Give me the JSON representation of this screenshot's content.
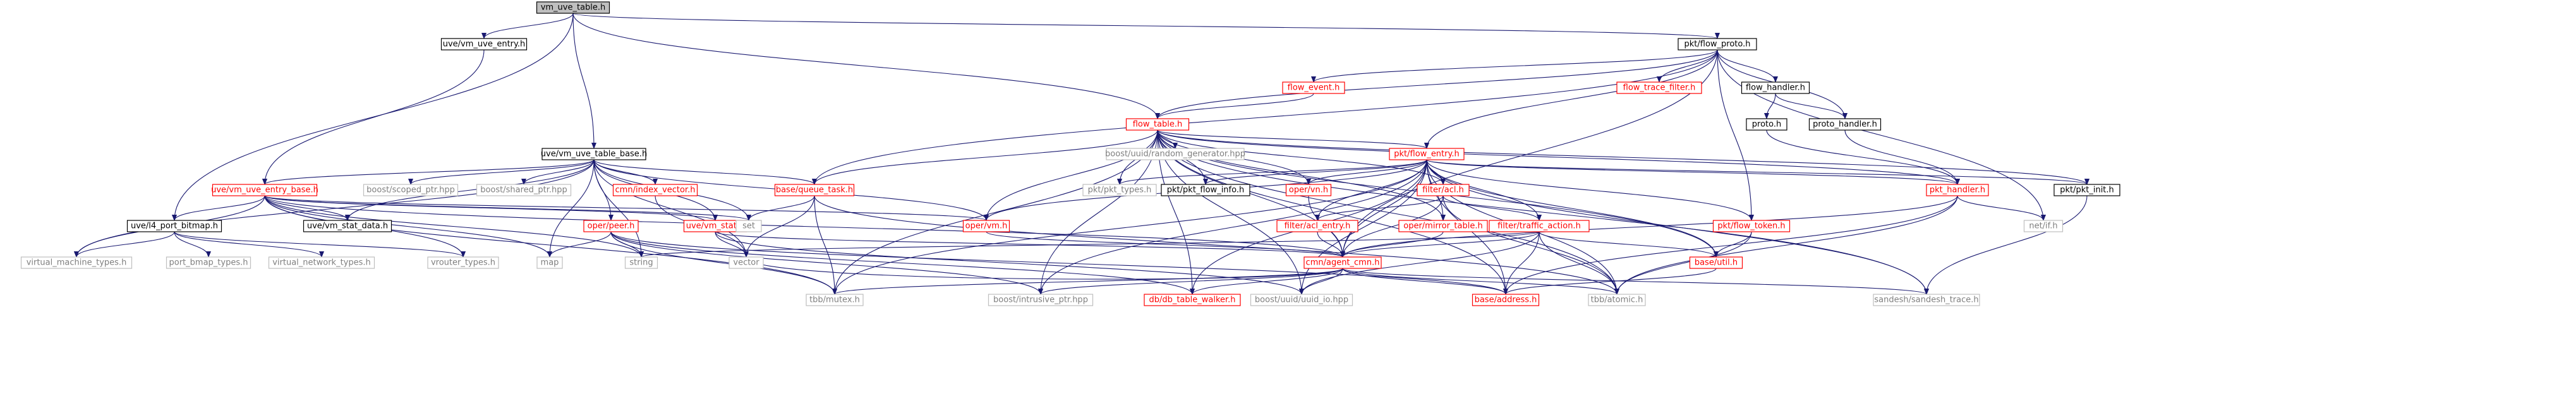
{
  "colors": {
    "root_fill": "#bfbfbf",
    "node_fill": "#ffffff",
    "border_black": "#000000",
    "border_red": "#ff0000",
    "border_gray": "#bfbfbf",
    "label_red": "#ff0000",
    "label_black": "#000000",
    "label_gray": "#7f7f7f",
    "edge": "#191970"
  },
  "nodes": [
    {
      "id": "vm_uve_table_h",
      "label": "vm_uve_table.h",
      "style": "root"
    },
    {
      "id": "uve_vm_uve_entry_h",
      "label": "uve/vm_uve_entry.h",
      "style": "black"
    },
    {
      "id": "pkt_flow_proto_h",
      "label": "pkt/flow_proto.h",
      "style": "black"
    },
    {
      "id": "flow_event_h",
      "label": "flow_event.h",
      "style": "red"
    },
    {
      "id": "flow_trace_filter_h",
      "label": "flow_trace_filter.h",
      "style": "red"
    },
    {
      "id": "flow_handler_h",
      "label": "flow_handler.h",
      "style": "black"
    },
    {
      "id": "proto_h",
      "label": "proto.h",
      "style": "black"
    },
    {
      "id": "proto_handler_h",
      "label": "proto_handler.h",
      "style": "black"
    },
    {
      "id": "flow_table_h",
      "label": "flow_table.h",
      "style": "red"
    },
    {
      "id": "uve_vm_uve_table_base_h",
      "label": "uve/vm_uve_table_base.h",
      "style": "black"
    },
    {
      "id": "boost_uuid_random_generator_hpp",
      "label": "boost/uuid/random_generator.hpp",
      "style": "gray"
    },
    {
      "id": "pkt_flow_entry_h",
      "label": "pkt/flow_entry.h",
      "style": "red"
    },
    {
      "id": "uve_vm_uve_entry_base_h",
      "label": "uve/vm_uve_entry_base.h",
      "style": "red"
    },
    {
      "id": "boost_scoped_ptr_hpp",
      "label": "boost/scoped_ptr.hpp",
      "style": "gray"
    },
    {
      "id": "boost_shared_ptr_hpp",
      "label": "boost/shared_ptr.hpp",
      "style": "gray"
    },
    {
      "id": "cmn_index_vector_h",
      "label": "cmn/index_vector.h",
      "style": "red"
    },
    {
      "id": "base_queue_task_h",
      "label": "base/queue_task.h",
      "style": "red"
    },
    {
      "id": "pkt_pkt_types_h",
      "label": "pkt/pkt_types.h",
      "style": "gray"
    },
    {
      "id": "pkt_pkt_flow_info_h",
      "label": "pkt/pkt_flow_info.h",
      "style": "black"
    },
    {
      "id": "oper_vn_h",
      "label": "oper/vn.h",
      "style": "red"
    },
    {
      "id": "filter_acl_h",
      "label": "filter/acl.h",
      "style": "red"
    },
    {
      "id": "pkt_handler_h",
      "label": "pkt_handler.h",
      "style": "red"
    },
    {
      "id": "pkt_pkt_init_h",
      "label": "pkt/pkt_init.h",
      "style": "black"
    },
    {
      "id": "uve_l4_port_bitmap_h",
      "label": "uve/l4_port_bitmap.h",
      "style": "black"
    },
    {
      "id": "uve_vm_stat_data_h",
      "label": "uve/vm_stat_data.h",
      "style": "black"
    },
    {
      "id": "uve_vm_stat_h",
      "label": "uve/vm_stat.h",
      "style": "red"
    },
    {
      "id": "set",
      "label": "set",
      "style": "gray"
    },
    {
      "id": "oper_vm_h",
      "label": "oper/vm.h",
      "style": "red"
    },
    {
      "id": "filter_acl_entry_h",
      "label": "filter/acl_entry.h",
      "style": "red"
    },
    {
      "id": "oper_mirror_table_h",
      "label": "oper/mirror_table.h",
      "style": "red"
    },
    {
      "id": "filter_traffic_action_h",
      "label": "filter/traffic_action.h",
      "style": "red"
    },
    {
      "id": "pkt_flow_token_h",
      "label": "pkt/flow_token.h",
      "style": "red"
    },
    {
      "id": "net_if_h",
      "label": "net/if.h",
      "style": "gray"
    },
    {
      "id": "oper_peer_h",
      "label": "oper/peer.h",
      "style": "red"
    },
    {
      "id": "virtual_machine_types_h",
      "label": "virtual_machine_types.h",
      "style": "gray"
    },
    {
      "id": "port_bmap_types_h",
      "label": "port_bmap_types.h",
      "style": "gray"
    },
    {
      "id": "virtual_network_types_h",
      "label": "virtual_network_types.h",
      "style": "gray"
    },
    {
      "id": "vrouter_types_h",
      "label": "vrouter_types.h",
      "style": "gray"
    },
    {
      "id": "map",
      "label": "map",
      "style": "gray"
    },
    {
      "id": "string",
      "label": "string",
      "style": "gray"
    },
    {
      "id": "vector",
      "label": "vector",
      "style": "gray"
    },
    {
      "id": "cmn_agent_cmn_h",
      "label": "cmn/agent_cmn.h",
      "style": "red"
    },
    {
      "id": "base_util_h",
      "label": "base/util.h",
      "style": "red"
    },
    {
      "id": "tbb_mutex_h",
      "label": "tbb/mutex.h",
      "style": "gray"
    },
    {
      "id": "boost_intrusive_ptr_hpp",
      "label": "boost/intrusive_ptr.hpp",
      "style": "gray"
    },
    {
      "id": "db_db_table_walker_h",
      "label": "db/db_table_walker.h",
      "style": "red"
    },
    {
      "id": "boost_uuid_uuid_io_hpp",
      "label": "boost/uuid/uuid_io.hpp",
      "style": "gray"
    },
    {
      "id": "base_address_h",
      "label": "base/address.h",
      "style": "red"
    },
    {
      "id": "tbb_atomic_h",
      "label": "tbb/atomic.h",
      "style": "gray"
    },
    {
      "id": "sandesh_sandesh_trace_h",
      "label": "sandesh/sandesh_trace.h",
      "style": "gray"
    }
  ],
  "edges": [
    [
      "vm_uve_table_h",
      "uve_vm_uve_entry_h"
    ],
    [
      "vm_uve_table_h",
      "uve_vm_uve_table_base_h"
    ],
    [
      "vm_uve_table_h",
      "pkt_flow_proto_h"
    ],
    [
      "vm_uve_table_h",
      "flow_table_h"
    ],
    [
      "vm_uve_table_h",
      "uve_l4_port_bitmap_h"
    ],
    [
      "uve_vm_uve_entry_h",
      "uve_vm_uve_entry_base_h"
    ],
    [
      "pkt_flow_proto_h",
      "flow_event_h"
    ],
    [
      "pkt_flow_proto_h",
      "flow_trace_filter_h"
    ],
    [
      "pkt_flow_proto_h",
      "flow_handler_h"
    ],
    [
      "pkt_flow_proto_h",
      "proto_handler_h"
    ],
    [
      "pkt_flow_proto_h",
      "flow_table_h"
    ],
    [
      "pkt_flow_proto_h",
      "pkt_flow_entry_h"
    ],
    [
      "pkt_flow_proto_h",
      "base_queue_task_h"
    ],
    [
      "pkt_flow_proto_h",
      "pkt_flow_token_h"
    ],
    [
      "pkt_flow_proto_h",
      "net_if_h"
    ],
    [
      "pkt_flow_proto_h",
      "cmn_agent_cmn_h"
    ],
    [
      "flow_event_h",
      "flow_table_h"
    ],
    [
      "flow_handler_h",
      "proto_h"
    ],
    [
      "flow_handler_h",
      "proto_handler_h"
    ],
    [
      "proto_h",
      "pkt_handler_h"
    ],
    [
      "proto_handler_h",
      "pkt_handler_h"
    ],
    [
      "flow_table_h",
      "boost_uuid_random_generator_hpp"
    ],
    [
      "flow_table_h",
      "pkt_flow_entry_h"
    ],
    [
      "flow_table_h",
      "base_queue_task_h"
    ],
    [
      "flow_table_h",
      "pkt_pkt_types_h"
    ],
    [
      "flow_table_h",
      "pkt_pkt_flow_info_h"
    ],
    [
      "flow_table_h",
      "oper_vn_h"
    ],
    [
      "flow_table_h",
      "filter_acl_h"
    ],
    [
      "flow_table_h",
      "pkt_handler_h"
    ],
    [
      "flow_table_h",
      "pkt_pkt_init_h"
    ],
    [
      "flow_table_h",
      "oper_vm_h"
    ],
    [
      "flow_table_h",
      "oper_mirror_table_h"
    ],
    [
      "flow_table_h",
      "cmn_agent_cmn_h"
    ],
    [
      "flow_table_h",
      "base_util_h"
    ],
    [
      "flow_table_h",
      "tbb_mutex_h"
    ],
    [
      "flow_table_h",
      "boost_intrusive_ptr_hpp"
    ],
    [
      "flow_table_h",
      "db_db_table_walker_h"
    ],
    [
      "flow_table_h",
      "boost_uuid_uuid_io_hpp"
    ],
    [
      "flow_table_h",
      "base_address_h"
    ],
    [
      "flow_table_h",
      "tbb_atomic_h"
    ],
    [
      "flow_table_h",
      "sandesh_sandesh_trace_h"
    ],
    [
      "uve_vm_uve_table_base_h",
      "uve_vm_uve_entry_base_h"
    ],
    [
      "uve_vm_uve_table_base_h",
      "boost_scoped_ptr_hpp"
    ],
    [
      "uve_vm_uve_table_base_h",
      "boost_shared_ptr_hpp"
    ],
    [
      "uve_vm_uve_table_base_h",
      "cmn_index_vector_h"
    ],
    [
      "uve_vm_uve_table_base_h",
      "base_queue_task_h"
    ],
    [
      "uve_vm_uve_table_base_h",
      "uve_vm_stat_data_h"
    ],
    [
      "uve_vm_uve_table_base_h",
      "uve_vm_stat_h"
    ],
    [
      "uve_vm_uve_table_base_h",
      "oper_peer_h"
    ],
    [
      "uve_vm_uve_table_base_h",
      "oper_vm_h"
    ],
    [
      "uve_vm_uve_table_base_h",
      "virtual_machine_types_h"
    ],
    [
      "uve_vm_uve_table_base_h",
      "map"
    ],
    [
      "uve_vm_uve_table_base_h",
      "string"
    ],
    [
      "uve_vm_uve_table_base_h",
      "vector"
    ],
    [
      "uve_vm_uve_table_base_h",
      "set"
    ],
    [
      "uve_vm_uve_entry_base_h",
      "uve_l4_port_bitmap_h"
    ],
    [
      "uve_vm_uve_entry_base_h",
      "uve_vm_stat_data_h"
    ],
    [
      "uve_vm_uve_entry_base_h",
      "uve_vm_stat_h"
    ],
    [
      "uve_vm_uve_entry_base_h",
      "set"
    ],
    [
      "uve_vm_uve_entry_base_h",
      "oper_vm_h"
    ],
    [
      "uve_vm_uve_entry_base_h",
      "virtual_machine_types_h"
    ],
    [
      "uve_vm_uve_entry_base_h",
      "vrouter_types_h"
    ],
    [
      "uve_vm_uve_entry_base_h",
      "map"
    ],
    [
      "uve_vm_uve_entry_base_h",
      "string"
    ],
    [
      "uve_vm_uve_entry_base_h",
      "tbb_mutex_h"
    ],
    [
      "uve_vm_uve_entry_base_h",
      "cmn_agent_cmn_h"
    ],
    [
      "cmn_index_vector_h",
      "vector"
    ],
    [
      "base_queue_task_h",
      "set"
    ],
    [
      "base_queue_task_h",
      "vector"
    ],
    [
      "base_queue_task_h",
      "tbb_mutex_h"
    ],
    [
      "base_queue_task_h",
      "tbb_atomic_h"
    ],
    [
      "pkt_flow_entry_h",
      "pkt_pkt_types_h"
    ],
    [
      "pkt_flow_entry_h",
      "pkt_pkt_flow_info_h"
    ],
    [
      "pkt_flow_entry_h",
      "oper_vn_h"
    ],
    [
      "pkt_flow_entry_h",
      "filter_acl_h"
    ],
    [
      "pkt_flow_entry_h",
      "pkt_handler_h"
    ],
    [
      "pkt_flow_entry_h",
      "pkt_pkt_init_h"
    ],
    [
      "pkt_flow_entry_h",
      "oper_vm_h"
    ],
    [
      "pkt_flow_entry_h",
      "filter_acl_entry_h"
    ],
    [
      "pkt_flow_entry_h",
      "oper_mirror_table_h"
    ],
    [
      "pkt_flow_entry_h",
      "filter_traffic_action_h"
    ],
    [
      "pkt_flow_entry_h",
      "pkt_flow_token_h"
    ],
    [
      "pkt_flow_entry_h",
      "cmn_agent_cmn_h"
    ],
    [
      "pkt_flow_entry_h",
      "base_util_h"
    ],
    [
      "pkt_flow_entry_h",
      "tbb_mutex_h"
    ],
    [
      "pkt_flow_entry_h",
      "boost_intrusive_ptr_hpp"
    ],
    [
      "pkt_flow_entry_h",
      "db_db_table_walker_h"
    ],
    [
      "pkt_flow_entry_h",
      "boost_uuid_uuid_io_hpp"
    ],
    [
      "pkt_flow_entry_h",
      "base_address_h"
    ],
    [
      "pkt_flow_entry_h",
      "tbb_atomic_h"
    ],
    [
      "pkt_flow_entry_h",
      "sandesh_sandesh_trace_h"
    ],
    [
      "oper_vn_h",
      "cmn_agent_cmn_h"
    ],
    [
      "filter_acl_h",
      "filter_acl_entry_h"
    ],
    [
      "filter_acl_h",
      "filter_traffic_action_h"
    ],
    [
      "filter_acl_h",
      "cmn_agent_cmn_h"
    ],
    [
      "filter_acl_h",
      "tbb_atomic_h"
    ],
    [
      "pkt_handler_h",
      "net_if_h"
    ],
    [
      "pkt_handler_h",
      "cmn_agent_cmn_h"
    ],
    [
      "pkt_handler_h",
      "base_address_h"
    ],
    [
      "pkt_handler_h",
      "tbb_atomic_h"
    ],
    [
      "pkt_pkt_init_h",
      "sandesh_sandesh_trace_h"
    ],
    [
      "uve_l4_port_bitmap_h",
      "port_bmap_types_h"
    ],
    [
      "uve_l4_port_bitmap_h",
      "virtual_network_types_h"
    ],
    [
      "uve_l4_port_bitmap_h",
      "virtual_machine_types_h"
    ],
    [
      "uve_l4_port_bitmap_h",
      "vrouter_types_h"
    ],
    [
      "uve_vm_stat_h",
      "vector"
    ],
    [
      "uve_vm_stat_h",
      "cmn_agent_cmn_h"
    ],
    [
      "uve_vm_stat_h",
      "boost_uuid_uuid_io_hpp"
    ],
    [
      "oper_vm_h",
      "cmn_agent_cmn_h"
    ],
    [
      "filter_acl_entry_h",
      "cmn_agent_cmn_h"
    ],
    [
      "oper_mirror_table_h",
      "cmn_agent_cmn_h"
    ],
    [
      "filter_traffic_action_h",
      "base_util_h"
    ],
    [
      "filter_traffic_action_h",
      "cmn_agent_cmn_h"
    ],
    [
      "filter_traffic_action_h",
      "base_address_h"
    ],
    [
      "filter_traffic_action_h",
      "tbb_atomic_h"
    ],
    [
      "filter_traffic_action_h",
      "string"
    ],
    [
      "filter_traffic_action_h",
      "boost_uuid_uuid_io_hpp"
    ],
    [
      "pkt_flow_token_h",
      "base_util_h"
    ],
    [
      "pkt_flow_token_h",
      "tbb_atomic_h"
    ],
    [
      "oper_peer_h",
      "map"
    ],
    [
      "oper_peer_h",
      "string"
    ],
    [
      "oper_peer_h",
      "boost_intrusive_ptr_hpp"
    ],
    [
      "oper_peer_h",
      "db_db_table_walker_h"
    ],
    [
      "oper_peer_h",
      "base_address_h"
    ],
    [
      "oper_peer_h",
      "tbb_mutex_h"
    ],
    [
      "cmn_agent_cmn_h",
      "boost_intrusive_ptr_hpp"
    ],
    [
      "cmn_agent_cmn_h",
      "db_db_table_walker_h"
    ],
    [
      "cmn_agent_cmn_h",
      "boost_uuid_uuid_io_hpp"
    ],
    [
      "cmn_agent_cmn_h",
      "base_address_h"
    ],
    [
      "cmn_agent_cmn_h",
      "tbb_atomic_h"
    ],
    [
      "cmn_agent_cmn_h",
      "tbb_mutex_h"
    ],
    [
      "cmn_agent_cmn_h",
      "sandesh_sandesh_trace_h"
    ],
    [
      "cmn_agent_cmn_h",
      "vector"
    ],
    [
      "base_util_h",
      "base_address_h"
    ]
  ]
}
